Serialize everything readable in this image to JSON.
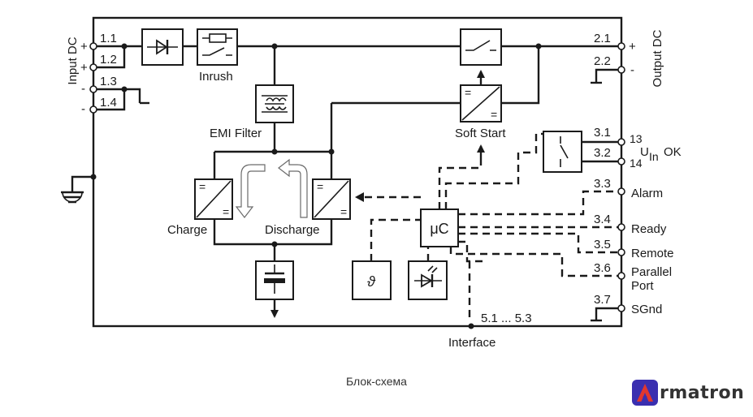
{
  "diagram": {
    "terminals": {
      "t11": "1.1",
      "t12": "1.2",
      "t13": "1.3",
      "t14": "1.4",
      "t21": "2.1",
      "t22": "2.2",
      "t31": "3.1",
      "t32": "3.2",
      "t33": "3.3",
      "t34": "3.4",
      "t35": "3.5",
      "t36": "3.6",
      "t37": "3.7",
      "t5x": "5.1 ... 5.3"
    },
    "polarity": {
      "plus1": "+",
      "plus2": "+",
      "minus1": "-",
      "minus2": "-",
      "out_plus": "+",
      "out_minus": "-"
    },
    "labels": {
      "input_dc": "Input DC",
      "output_dc": "Output DC",
      "inrush": "Inrush",
      "emi_filter": "EMI Filter",
      "soft_start": "Soft Start",
      "charge": "Charge",
      "discharge": "Discharge",
      "uc": "μC",
      "theta": "ϑ",
      "interface": "Interface",
      "pin13": "13",
      "pin14": "14",
      "uin_u": "U",
      "uin_sub": "In",
      "uin_ok": "OK",
      "alarm": "Alarm",
      "ready": "Ready",
      "remote": "Remote",
      "parallel": "Parallel",
      "port": "Port",
      "sgnd": "SGnd",
      "conv_eq": "="
    }
  },
  "caption": "Блок-схема",
  "logo": {
    "letter": "A",
    "text": "rmatron",
    "badge_color": "#3a2fb0",
    "letter_color": "#e0372f"
  }
}
